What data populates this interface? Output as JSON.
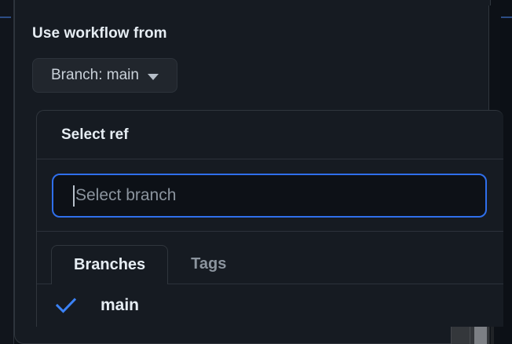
{
  "theme": {
    "page_background": "#0d1117",
    "panel_background": "#161b22",
    "border": "#30363d",
    "accent_blue": "#2f6feb",
    "text_primary": "#e6edf3",
    "text_muted": "#8b949e",
    "button_background": "#21262d",
    "scrollbar_thumb": "#7c7f84"
  },
  "dialog": {
    "title": "Use workflow from",
    "branch_button": {
      "label": "Branch: main",
      "caret_icon": "chevron-down-icon"
    },
    "select_ref": {
      "header": "Select ref",
      "search": {
        "value": "",
        "placeholder": "Select branch",
        "caret_visible": true,
        "focused": true
      },
      "tabs": [
        {
          "label": "Branches",
          "active": true
        },
        {
          "label": "Tags",
          "active": false
        }
      ],
      "refs": [
        {
          "name": "main",
          "selected": true,
          "check_icon": "check-icon"
        }
      ]
    }
  },
  "scrollbars": {
    "outer": {
      "orientation": "vertical",
      "name": "page-scrollbar"
    },
    "inner": {
      "orientation": "vertical",
      "name": "list-scrollbar"
    }
  }
}
